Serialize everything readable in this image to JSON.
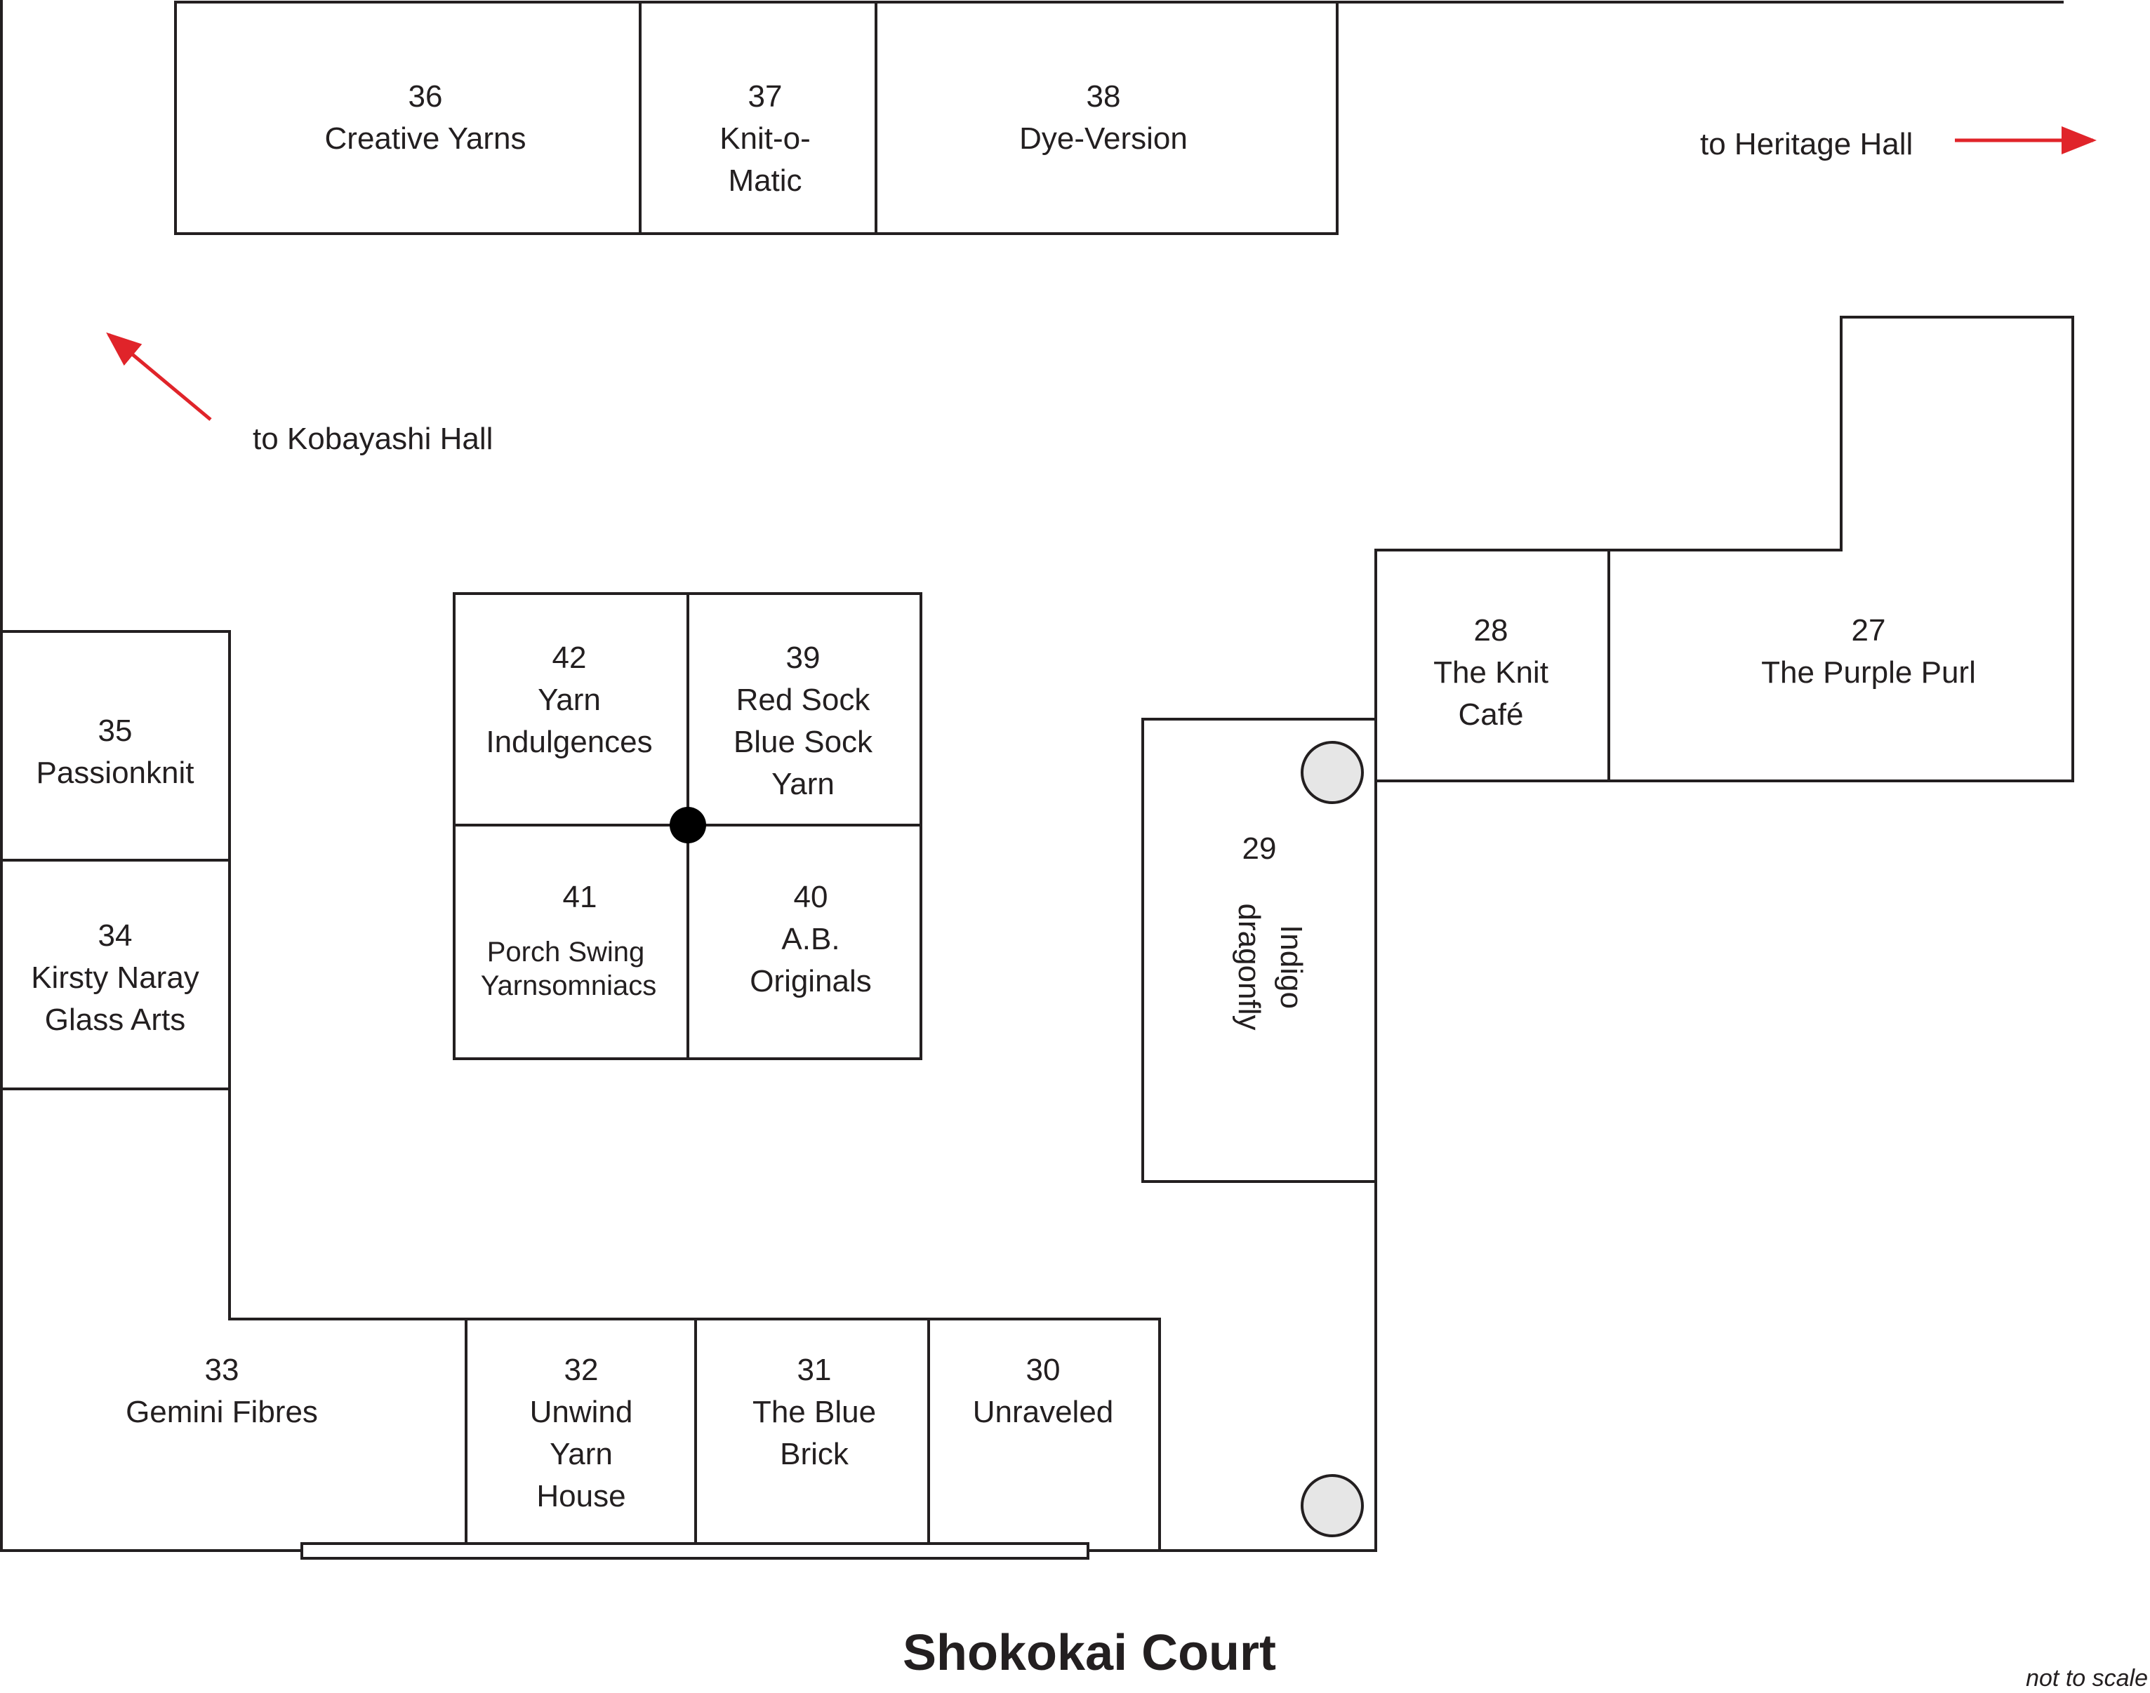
{
  "title": "Shokokai Court",
  "note": "not to scale",
  "directions": {
    "heritage": "to Heritage Hall",
    "kobayashi": "to Kobayashi Hall"
  },
  "colors": {
    "arrow": "#e0242a",
    "line": "#231f20",
    "pillar": "#e6e6e6"
  },
  "booths": {
    "b36": {
      "num": "36",
      "name": [
        "Creative Yarns"
      ]
    },
    "b37": {
      "num": "37",
      "name": [
        "Knit-o-",
        "Matic"
      ]
    },
    "b38": {
      "num": "38",
      "name": [
        "Dye-Version"
      ]
    },
    "b27": {
      "num": "27",
      "name": [
        "The Purple Purl"
      ]
    },
    "b28": {
      "num": "28",
      "name": [
        "The Knit",
        "Café"
      ]
    },
    "b29": {
      "num": "29",
      "name": [
        "Indigo",
        "dragonfly"
      ]
    },
    "b42": {
      "num": "42",
      "name": [
        "Yarn",
        "Indulgences"
      ]
    },
    "b39": {
      "num": "39",
      "name": [
        "Red Sock",
        "Blue Sock",
        "Yarn"
      ]
    },
    "b41": {
      "num": "41",
      "name": [
        "Porch Swing",
        "Yarnsomniacs"
      ]
    },
    "b40": {
      "num": "40",
      "name": [
        "A.B.",
        "Originals"
      ]
    },
    "b35": {
      "num": "35",
      "name": [
        "Passionknit"
      ]
    },
    "b34": {
      "num": "34",
      "name": [
        "Kirsty Naray",
        "Glass Arts"
      ]
    },
    "b33": {
      "num": "33",
      "name": [
        "Gemini Fibres"
      ]
    },
    "b32": {
      "num": "32",
      "name": [
        "Unwind",
        "Yarn",
        "House"
      ]
    },
    "b31": {
      "num": "31",
      "name": [
        "The Blue",
        "Brick"
      ]
    },
    "b30": {
      "num": "30",
      "name": [
        "Unraveled"
      ]
    }
  }
}
